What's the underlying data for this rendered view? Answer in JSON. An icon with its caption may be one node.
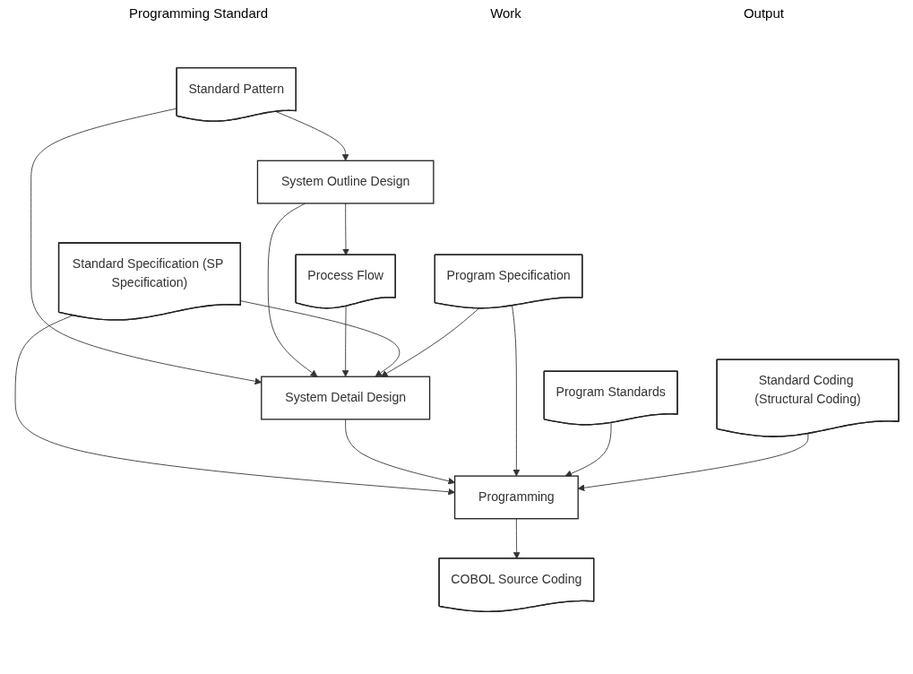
{
  "diagram": {
    "nodes": [
      {
        "text": [
          "Standard Pattern"
        ]
      },
      {
        "text": [
          "System Outline Design"
        ]
      },
      {
        "text": [
          "Process Flow"
        ]
      },
      {
        "text": [
          "Standard Specification (SP Specification)"
        ]
      },
      {
        "text": [
          "System Detail Design"
        ]
      },
      {
        "text": [
          "Program Specification"
        ]
      },
      {
        "text": [
          "Program Standards"
        ]
      },
      {
        "text": [
          "Standard Coding (Structural Coding)"
        ]
      },
      {
        "text": [
          "Programming"
        ]
      },
      {
        "text": [
          "COBOL Source Coding"
        ]
      }
    ],
    "edges": [
      {
        "from": 0,
        "to": 1,
        "arrow": "to"
      },
      {
        "from": 1,
        "to": 2,
        "arrow": "to"
      },
      {
        "from": 0,
        "to": 4,
        "arrow": "to"
      },
      {
        "from": 1,
        "to": 4,
        "arrow": "to"
      },
      {
        "from": 2,
        "to": 4,
        "arrow": "to"
      },
      {
        "from": 3,
        "to": 4,
        "arrow": "to"
      },
      {
        "from": 5,
        "to": 4,
        "arrow": "to"
      },
      {
        "from": 3,
        "to": 8,
        "arrow": "to"
      },
      {
        "from": 4,
        "to": 8,
        "arrow": "to"
      },
      {
        "from": 5,
        "to": 8,
        "arrow": "to"
      },
      {
        "from": 6,
        "to": 8,
        "arrow": "to"
      },
      {
        "from": 7,
        "to": 8,
        "arrow": "to"
      },
      {
        "from": 8,
        "to": 9,
        "arrow": "to"
      }
    ],
    "labels": [
      "Programming Standard",
      "Work",
      "Output"
    ]
  }
}
